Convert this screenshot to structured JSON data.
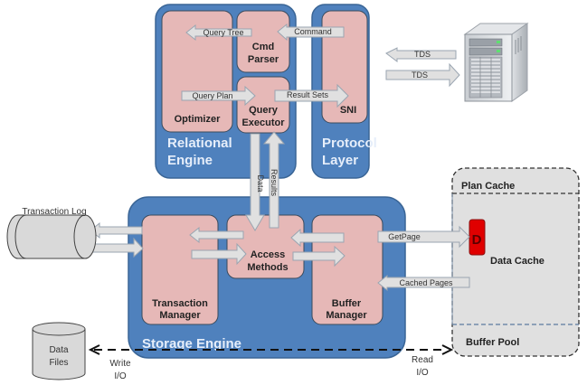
{
  "colors": {
    "engine_fill": "#4f81bd",
    "engine_stroke": "#3a6596",
    "component_fill": "#e6b8b7",
    "arrow_fill": "#e0e0e0",
    "arrow_stroke": "#9aa5b1",
    "cache_fill": "#e0e0e0",
    "page_red": "#e00000"
  },
  "relational_engine": {
    "title_line1": "Relational",
    "title_line2": "Engine",
    "components": {
      "optimizer": "Optimizer",
      "cmd_parser_line1": "Cmd",
      "cmd_parser_line2": "Parser",
      "query_executor_line1": "Query",
      "query_executor_line2": "Executor"
    }
  },
  "protocol_layer": {
    "title_line1": "Protocol",
    "title_line2": "Layer",
    "components": {
      "sni": "SNI"
    }
  },
  "storage_engine": {
    "title": "Storage Engine",
    "components": {
      "transaction_manager_line1": "Transaction",
      "transaction_manager_line2": "Manager",
      "access_methods_line1": "Access",
      "access_methods_line2": "Methods",
      "buffer_manager_line1": "Buffer",
      "buffer_manager_line2": "Manager"
    }
  },
  "arrows": {
    "query_tree": "Query Tree",
    "command": "Command",
    "query_plan": "Query Plan",
    "result_sets": "Result Sets",
    "tds_in": "TDS",
    "tds_out": "TDS",
    "data": "Data",
    "results": "Results",
    "get_page": "GetPage",
    "cached_pages": "Cached Pages"
  },
  "buffer_pool": {
    "plan_cache": "Plan Cache",
    "data_cache": "Data Cache",
    "page_letter": "D",
    "buffer_pool": "Buffer Pool"
  },
  "external": {
    "transaction_log": "Transaction Log",
    "data_files_line1": "Data",
    "data_files_line2": "Files",
    "write_io_line1": "Write",
    "write_io_line2": "I/O",
    "read_io_line1": "Read",
    "read_io_line2": "I/O"
  }
}
